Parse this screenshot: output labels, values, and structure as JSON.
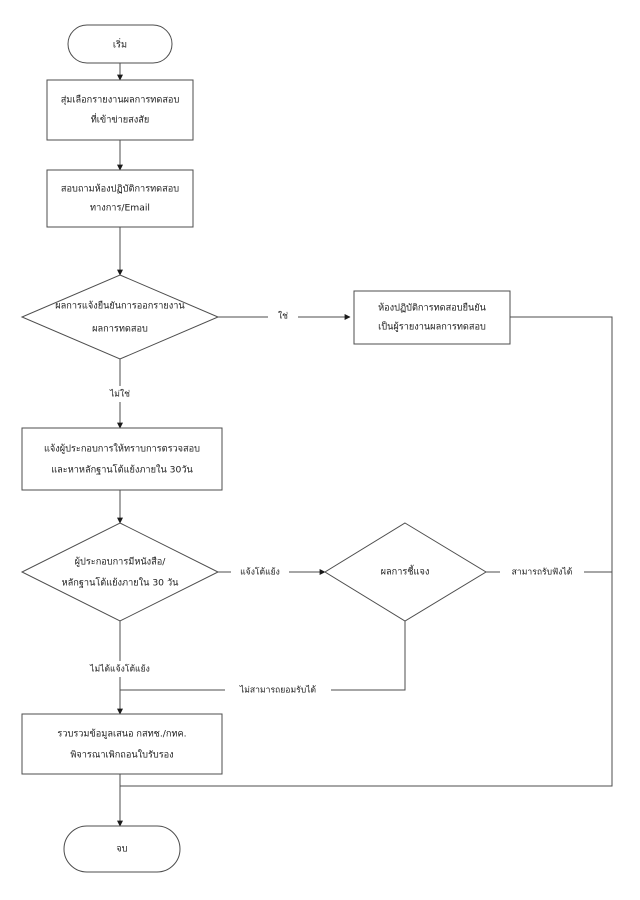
{
  "diagram": {
    "type": "flowchart",
    "language": "th",
    "colors": {
      "stroke": "#4d4d4d",
      "text": "#1a1a1a",
      "background": "#ffffff"
    },
    "nodes": [
      {
        "id": "start",
        "shape": "terminator",
        "label": "เริ่ม",
        "lines": [
          "เริ่ม"
        ]
      },
      {
        "id": "select-report",
        "shape": "process",
        "lines": [
          "สุ่มเลือกรายงานผลการทดสอบ",
          "ที่เข้าข่ายสงสัย"
        ]
      },
      {
        "id": "ask-lab",
        "shape": "process",
        "lines": [
          "สอบถามห้องปฏิบัติการทดสอบ",
          "ทางการ/Email"
        ]
      },
      {
        "id": "confirm-decision",
        "shape": "decision",
        "lines": [
          "ผลการแจ้งยืนยันการออกรายงาน",
          "ผลการทดสอบ"
        ]
      },
      {
        "id": "lab-confirms",
        "shape": "process",
        "lines": [
          "ห้องปฏิบัติการทดสอบยืนยัน",
          "เป็นผู้รายงานผลการทดสอบ"
        ]
      },
      {
        "id": "notify-operator",
        "shape": "process",
        "lines": [
          "แจ้งผู้ประกอบการให้ทราบการตรวจสอบ",
          "และหาหลักฐานโต้แย้งภายใน 30วัน"
        ]
      },
      {
        "id": "operator-evidence-decision",
        "shape": "decision",
        "lines": [
          "ผู้ประกอบการมีหนังสือ/",
          "หลักฐานโต้แย้งภายใน 30 วัน"
        ]
      },
      {
        "id": "explanation-result-decision",
        "shape": "decision",
        "lines": [
          "ผลการชี้แจง"
        ]
      },
      {
        "id": "collect-data",
        "shape": "process",
        "lines": [
          "รวบรวมข้อมูลเสนอ กสทช./กทค.",
          "พิจารณาเพิกถอนใบรับรอง"
        ]
      },
      {
        "id": "end",
        "shape": "terminator",
        "label": "จบ",
        "lines": [
          "จบ"
        ]
      }
    ],
    "edge_labels": [
      {
        "id": "yes-confirm",
        "text": "ใช่"
      },
      {
        "id": "no-confirm",
        "text": "ไม่ใช่"
      },
      {
        "id": "notify-objection",
        "text": "แจ้งโต้แย้ง"
      },
      {
        "id": "no-objection",
        "text": "ไม่ได้แจ้งโต้แย้ง"
      },
      {
        "id": "acceptable",
        "text": "สามารถรับฟังได้"
      },
      {
        "id": "not-acceptable",
        "text": "ไม่สามารถยอมรับได้"
      }
    ]
  }
}
